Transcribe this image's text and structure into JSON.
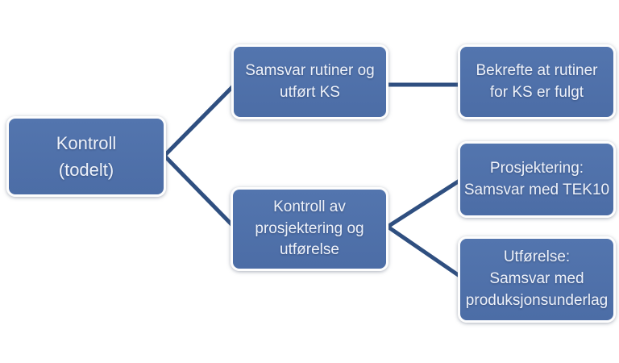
{
  "diagram": {
    "type": "hierarchy-smartart",
    "language": "Norwegian",
    "colors": {
      "background": "#ffffff",
      "node_fill": "#4f70aa",
      "node_border": "#fdfdfd",
      "node_text": "#eef2fa",
      "connector": "#2f4f80"
    },
    "nodes": {
      "kontroll": {
        "label": "Kontroll\n(todelt)"
      },
      "samsvar_rutiner": {
        "label": "Samsvar rutiner og\nutført KS"
      },
      "bekrefte_rutiner": {
        "label": "Bekrefte at rutiner\nfor KS er fulgt"
      },
      "kontroll_prosjektering": {
        "label": "Kontroll av\nprosjektering og\nutførelse"
      },
      "prosjektering_tek10": {
        "label": "Prosjektering:\nSamsvar med TEK10"
      },
      "utforelse_produksjon": {
        "label": "Utførelse:\nSamsvar med\nproduksjonsunderlag"
      }
    },
    "edges": [
      {
        "from": "kontroll",
        "to": "samsvar_rutiner"
      },
      {
        "from": "kontroll",
        "to": "kontroll_prosjektering"
      },
      {
        "from": "samsvar_rutiner",
        "to": "bekrefte_rutiner"
      },
      {
        "from": "kontroll_prosjektering",
        "to": "prosjektering_tek10"
      },
      {
        "from": "kontroll_prosjektering",
        "to": "utforelse_produksjon"
      }
    ]
  }
}
